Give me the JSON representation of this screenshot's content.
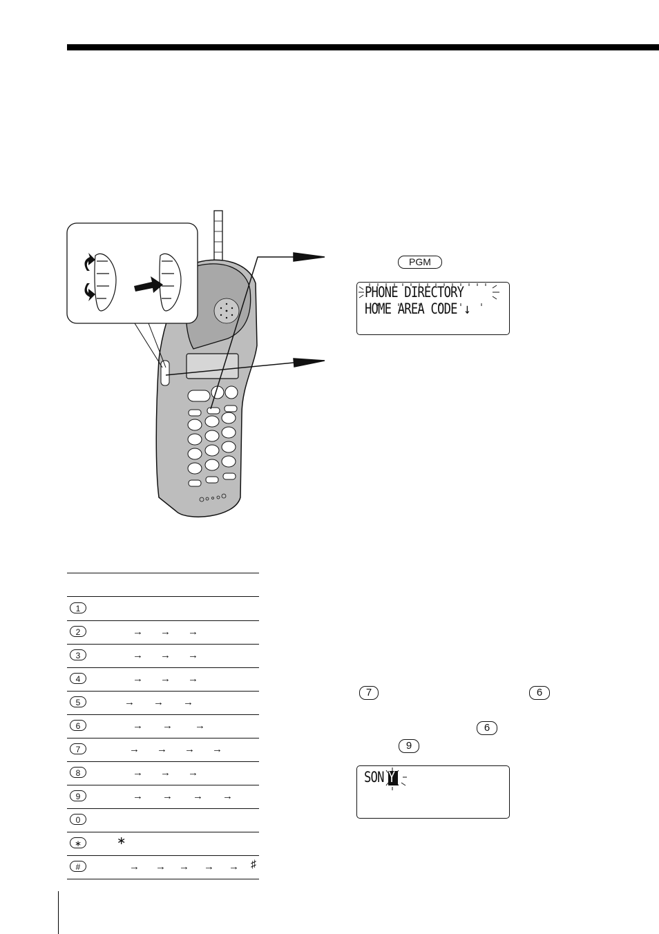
{
  "pgm_key": "PGM",
  "lcd1": {
    "line1": "PHONE DIRECTORY",
    "line2": "HOME AREA CODE ↓"
  },
  "lcd2": {
    "prefix": "SON",
    "cursor": "Y"
  },
  "instruction_keys": {
    "k7": "7",
    "k6a": "6",
    "k6b": "6",
    "k9": "9"
  },
  "table": {
    "rows": [
      {
        "key": "1",
        "arrows": 0
      },
      {
        "key": "2",
        "arrows": 3
      },
      {
        "key": "3",
        "arrows": 3
      },
      {
        "key": "4",
        "arrows": 3
      },
      {
        "key": "5",
        "arrows": 3
      },
      {
        "key": "6",
        "arrows": 3
      },
      {
        "key": "7",
        "arrows": 4
      },
      {
        "key": "8",
        "arrows": 3
      },
      {
        "key": "9",
        "arrows": 4
      },
      {
        "key": "0",
        "arrows": 0
      },
      {
        "key": "∗",
        "arrows": 0,
        "extra": "∗"
      },
      {
        "key": "#",
        "arrows": 5,
        "extra": "♯"
      }
    ]
  },
  "icons": [
    "handset-illustration",
    "jog-dial-up-down-icon",
    "jog-dial-press-icon",
    "callout-arrow-icon",
    "down-arrow-icon",
    "right-arrow-icon"
  ]
}
